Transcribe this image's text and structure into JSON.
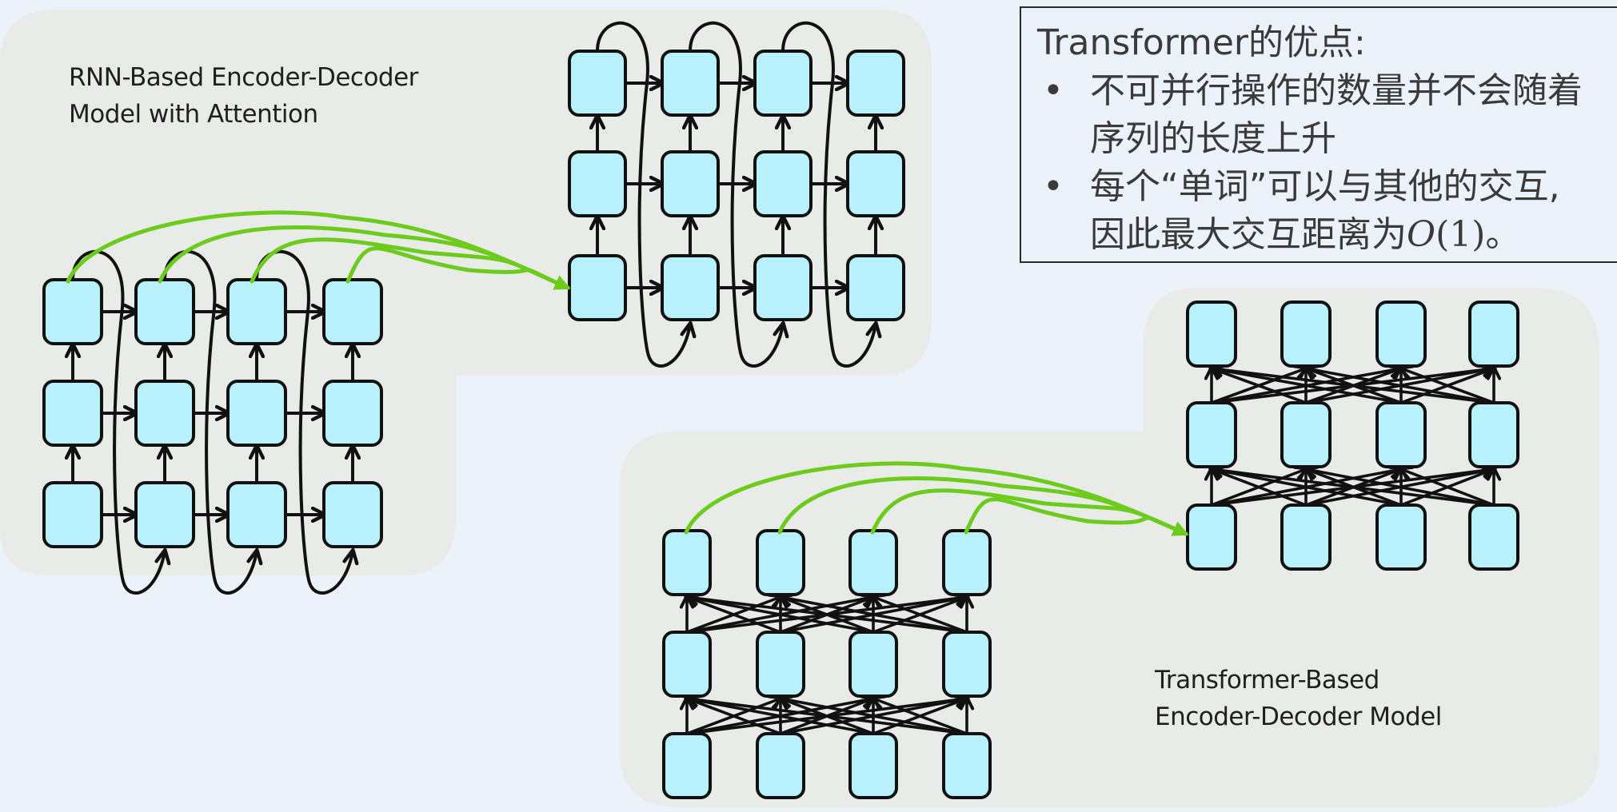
{
  "info_box": {
    "title": "Transformer的优点:",
    "bullets": [
      {
        "marker": "•",
        "lines": [
          "不可并行操作的数量并不会随着",
          "序列的长度上升"
        ]
      },
      {
        "marker": "•",
        "lines": [
          "每个“单词”可以与其他的交互,",
          "因此最大交互距离为"
        ],
        "math_italic": "O",
        "math_rest": "(1)",
        "suffix": "。"
      }
    ]
  },
  "rnn_panel": {
    "label_lines": [
      "RNN-Based Encoder-Decoder",
      "Model with Attention"
    ],
    "encoder": {
      "columns": 4,
      "layers": 3
    },
    "decoder": {
      "columns": 4,
      "layers": 3
    },
    "attention_links": 4
  },
  "transformer_panel": {
    "label_lines": [
      "Transformer-Based",
      "Encoder-Decoder Model"
    ],
    "encoder": {
      "columns": 4,
      "layers": 3
    },
    "decoder": {
      "columns": 4,
      "layers": 3
    },
    "attention_links": 4
  },
  "colors": {
    "background": "#ECF2FA",
    "panel": "#E8EBE7",
    "node_fill": "#B8F0FB",
    "node_stroke": "#111111",
    "attention_green": "#6DCB1E",
    "text": "#3a3a3a"
  }
}
